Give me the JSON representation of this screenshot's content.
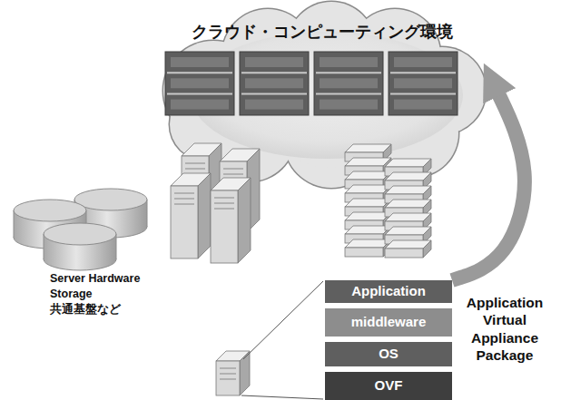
{
  "diagram": {
    "nodes": [
      {
        "text": [
          "クラウド・コンピューティング環境"
        ]
      },
      {
        "text": [
          "Application"
        ]
      },
      {
        "text": [
          "middleware"
        ]
      },
      {
        "text": [
          "OS"
        ]
      },
      {
        "text": [
          "OVF"
        ]
      }
    ],
    "edges": [
      {
        "from": 1,
        "to": 0,
        "arrow": "to"
      }
    ],
    "labels": [
      "Server Hardware Storage 共通基盤など",
      "Application Virtual Appliance Package"
    ]
  }
}
